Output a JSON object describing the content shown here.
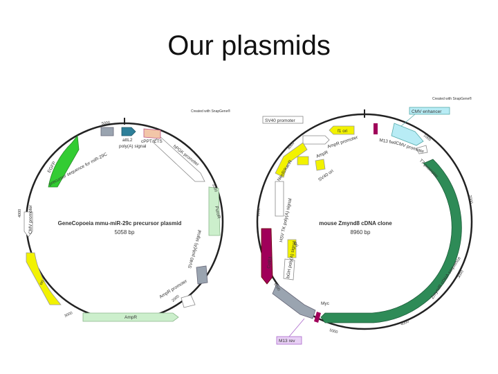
{
  "slide": {
    "title": "Our plasmids"
  },
  "left_map": {
    "watermark": "Created with SnapGene®",
    "name": "GeneCopoeia mmu-miR-29c precursor plasmid",
    "size": "5058 bp",
    "features": {
      "f1": "attL2",
      "f2": "cPPT/CTS",
      "f3": "poly(A) signal",
      "f4": "hPGK promoter",
      "f5": "PuroR",
      "f6": "SV40 poly(A) signal",
      "f7": "AmpR promoter",
      "f8": "AmpR",
      "f9": "ori",
      "f10": "CMV promoter",
      "f11": "EGFP",
      "f12": "precursor sequence for miR-29C"
    },
    "ticks": [
      "5000",
      "1000",
      "2000",
      "3000",
      "4000"
    ]
  },
  "right_map": {
    "watermark": "Created with SnapGene®",
    "name": "mouse Zmynd8 cDNA clone",
    "size": "8960 bp",
    "features": {
      "f1": "SV40 promoter",
      "f2": "CMV enhancer",
      "f3": "f1 ori",
      "f4": "M13 fwd",
      "f5": "AmpR promoter",
      "f6": "CMV promoter",
      "f7": "T7 promoter",
      "f8": "AmpR",
      "f9": "NeoR/KanR",
      "f10": "SV40 ori",
      "f11": "HSV TK poly(A) signal",
      "f12": "ori",
      "f13": "ColE1",
      "f14": "bGH poly(A) signal",
      "f15": "Myc",
      "f16": "Zmynd8 cDNA sequence",
      "f17": "M13 rev"
    },
    "ticks": [
      "1000",
      "2000",
      "3000",
      "4000",
      "5000",
      "6000",
      "7000",
      "8000"
    ]
  },
  "colors": {
    "backbone": "#222222",
    "egfp": "#33cc33",
    "ori": "#f2f200",
    "light_green": "#ccefcc",
    "grey": "#9aa4b0",
    "teal": "#2e7f99",
    "peach": "#f2c6a8",
    "dark_green": "#2e8b57",
    "magenta": "#a0005a",
    "light_blue": "#b8ecf5",
    "lavender": "#e8d0f5"
  }
}
